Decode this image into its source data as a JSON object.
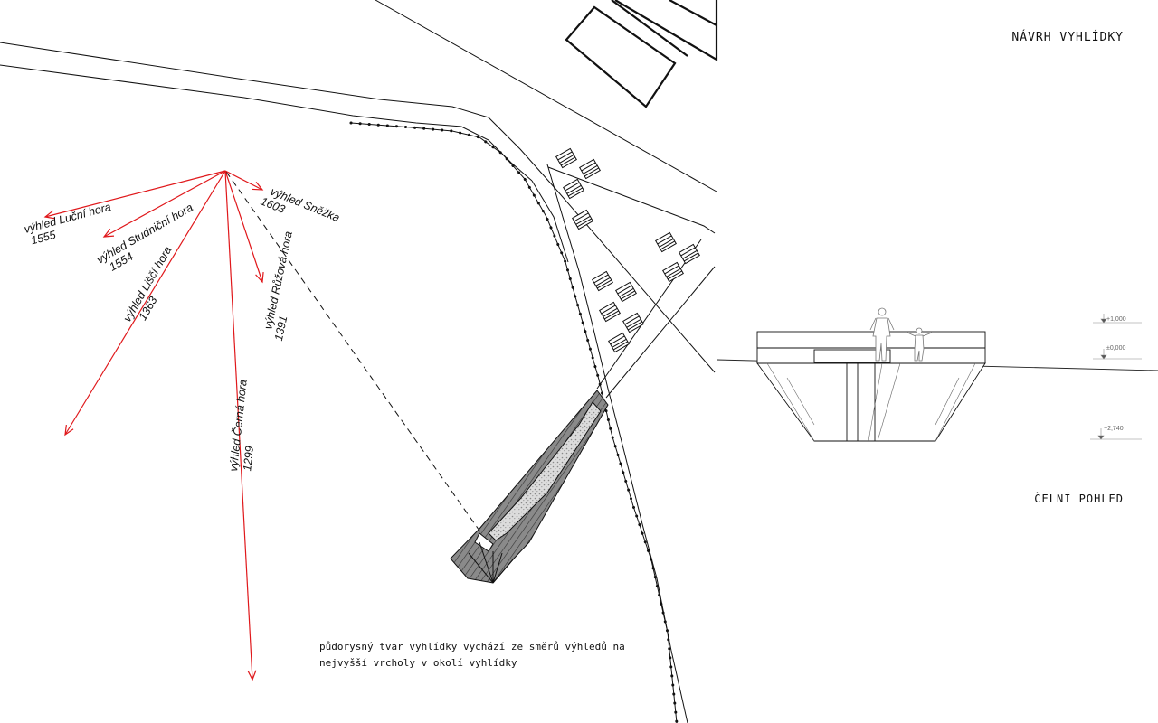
{
  "title": "NÁVRH VYHLÍDKY",
  "front_view_label": "ČELNÍ POHLED",
  "note": {
    "line1": "půdorysný tvar vyhlídky vychází ze směrů výhledů na",
    "line2": "nejvyšší vrcholy v okolí vyhlídky"
  },
  "views": [
    {
      "name": "výhled Luční hora",
      "elevation": "1555"
    },
    {
      "name": "výhled Studniční hora",
      "elevation": "1554"
    },
    {
      "name": "výhled Liščí hora",
      "elevation": "1363"
    },
    {
      "name": "výhled Černá hora",
      "elevation": "1299"
    },
    {
      "name": "výhled Růžová hora",
      "elevation": "1391"
    },
    {
      "name": "výhled Sněžka",
      "elevation": "1603"
    }
  ],
  "levels": {
    "top": "+1,000",
    "ground": "±0,000",
    "bottom": "−2,740"
  },
  "colors": {
    "arrow": "#e0181b",
    "line": "#111111",
    "hatch": "#555555"
  }
}
